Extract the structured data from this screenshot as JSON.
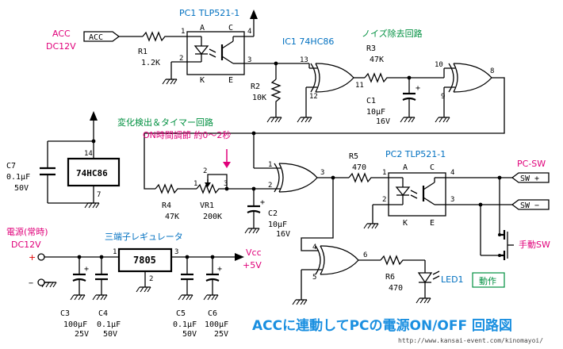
{
  "title": "ACCに連動してPCの電源ON/OFF 回路図",
  "url": "http://www.kansai-event.com/kinomayoi/",
  "labels": {
    "acc": "ACC",
    "acc_v": "DC12V",
    "acc_box": "ACC",
    "pc1": "PC1 TLP521-1",
    "ic1": "IC1 74HC86",
    "noise": "ノイズ除去回路",
    "change": "変化検出＆タイマー回路",
    "on_time": "ON時間調節 約0～2秒",
    "pc2": "PC2 TLP521-1",
    "pcsw": "PC-SW",
    "sw_plus": "SW +",
    "sw_minus": "SW −",
    "manual_sw": "手動SW",
    "power": "電源(常時)",
    "power_v": "DC12V",
    "reg": "三端子レギュレータ",
    "reg_part": "7805",
    "vcc": "Vcc",
    "vcc_v": "+5V",
    "led": "LED1",
    "led_action": "動作",
    "ic_box": "74HC86",
    "plus": "+",
    "minus": "−"
  },
  "parts": {
    "r1": "R1",
    "r1v": "1.2K",
    "r2": "R2",
    "r2v": "10K",
    "r3": "R3",
    "r3v": "47K",
    "r4": "R4",
    "r4v": "47K",
    "r5": "R5",
    "r5v": "470",
    "r6": "R6",
    "r6v": "470",
    "c1": "C1",
    "c1v": "10μF",
    "c1v2": "16V",
    "c2": "C2",
    "c2v": "10μF",
    "c2v2": "16V",
    "c3": "C3",
    "c3v": "100μF",
    "c3v2": "25V",
    "c4": "C4",
    "c4v": "0.1μF",
    "c4v2": "50V",
    "c5": "C5",
    "c5v": "0.1μF",
    "c5v2": "50V",
    "c6": "C6",
    "c6v": "100μF",
    "c6v2": "25V",
    "c7": "C7",
    "c7v": "0.1μF",
    "c7v2": "50V",
    "vr1": "VR1",
    "vr1v": "200K"
  },
  "pins": {
    "p1": "1",
    "p2": "2",
    "p3": "3",
    "p4": "4",
    "p5": "5",
    "p6": "6",
    "p7": "7",
    "p8": "8",
    "p9": "9",
    "p10": "10",
    "p11": "11",
    "p12": "12",
    "p13": "13",
    "p14": "14",
    "a": "A",
    "c": "C",
    "k": "K",
    "e": "E"
  },
  "colors": {
    "blue": "#0070c0",
    "magenta": "#e0007a",
    "green": "#009040",
    "red": "#e00000",
    "title": "#1a8fe0"
  }
}
